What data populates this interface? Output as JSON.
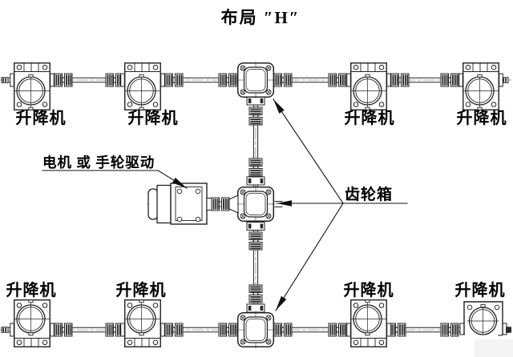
{
  "page": {
    "background": "#ffffff",
    "line_color": "#222222",
    "dark_fill": "#2b2b2b",
    "text_color": "#000000"
  },
  "title": "布局 ″H″",
  "annotations": {
    "drive_label": "电机 或 手轮驱动",
    "gearbox_label": "齿轮箱"
  },
  "lifters": {
    "top_row": [
      "升降机",
      "升降机",
      "升降机",
      "升降机"
    ],
    "bottom_row": [
      "升降机",
      "升降机",
      "升降机",
      "升降机"
    ]
  },
  "components": {
    "gearbox_count": 3,
    "motor": "motor-or-handwheel-drive",
    "layout": "H-configuration: two horizontal jack shafts joined by one vertical drive shaft"
  }
}
